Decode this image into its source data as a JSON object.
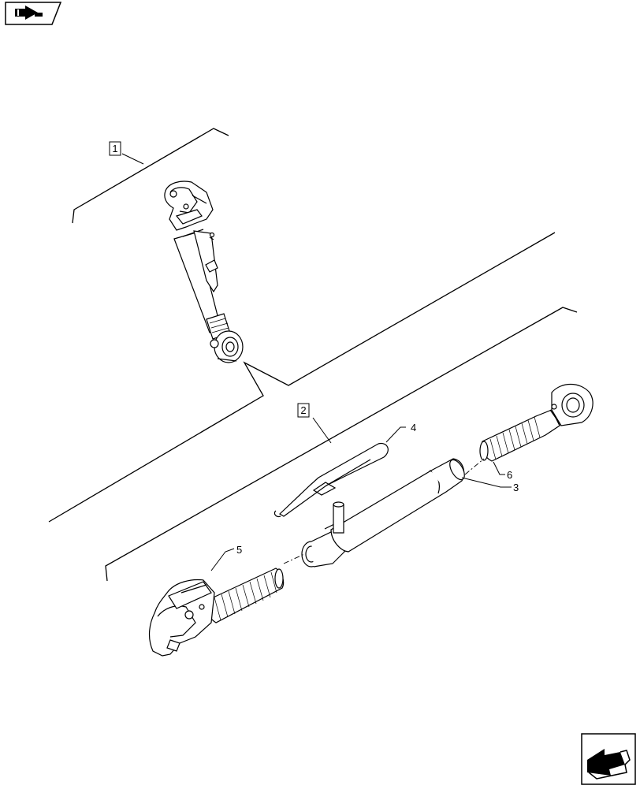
{
  "callouts": {
    "c1": "1",
    "c2": "2",
    "c3": "3",
    "c4": "4",
    "c5": "5",
    "c6": "6"
  },
  "navigation": {
    "top_icon": "arrow-nav-icon",
    "bottom_icon": "arrow-return-icon"
  }
}
